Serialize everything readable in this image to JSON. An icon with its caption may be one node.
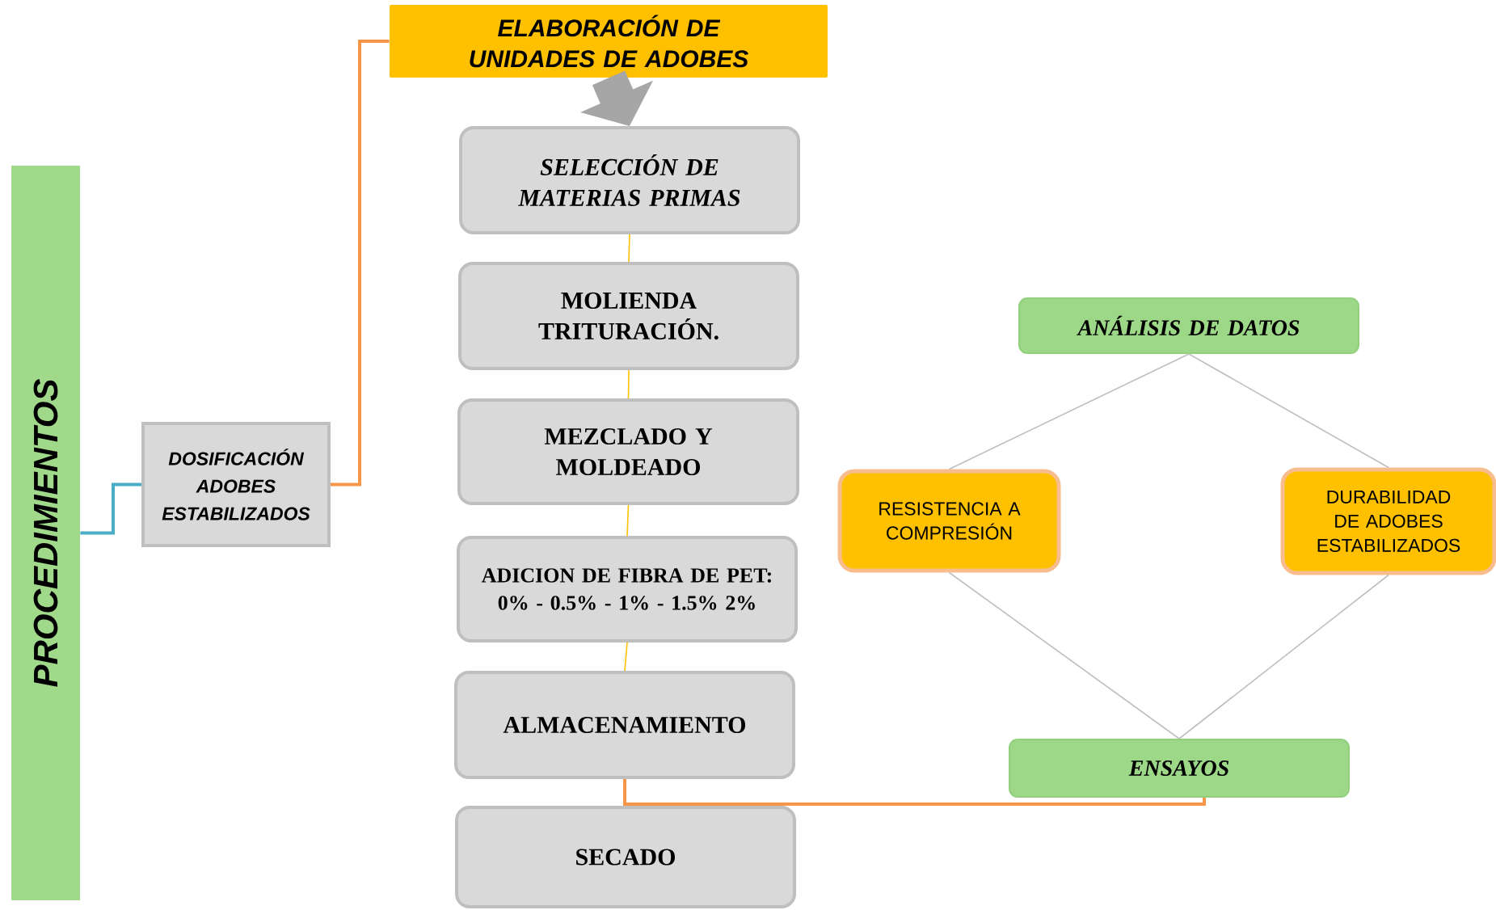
{
  "diagram": {
    "nodes": [
      {
        "text": [
          "PROCEDIMIENTOS"
        ]
      },
      {
        "text": [
          "DOSIFICACIÓN ADOBES ESTABILIZADOS"
        ]
      },
      {
        "text": [
          "ELABORACIÓN DE UNIDADES DE ADOBES"
        ]
      },
      {
        "text": [
          "SELECCIÓN DE MATERIAS PRIMAS"
        ]
      },
      {
        "text": [
          "MOLIENDA TRITURACIÓN."
        ]
      },
      {
        "text": [
          "MEZCLADO Y MOLDEADO"
        ]
      },
      {
        "text": [
          "ADICION DE FIBRA DE PET: 0% - 0.5% - 1% - 1.5% 2%"
        ]
      },
      {
        "text": [
          "ALMACENAMIENTO"
        ]
      },
      {
        "text": [
          "SECADO"
        ]
      },
      {
        "text": [
          "ANÁLISIS DE DATOS"
        ]
      },
      {
        "text": [
          "RESISTENCIA A COMPRESIÓN"
        ]
      },
      {
        "text": [
          "DURABILIDAD DE ADOBES ESTABILIZADOS"
        ]
      },
      {
        "text": [
          "ENSAYOS"
        ]
      }
    ],
    "edges": [
      {
        "from": 0,
        "to": 1,
        "arrow": "none",
        "color": "#4bacc6"
      },
      {
        "from": 1,
        "to": 2,
        "arrow": "none",
        "color": "#f79646"
      },
      {
        "from": 2,
        "to": 3,
        "arrow": "to",
        "style": "thick",
        "color": "#a6a6a6"
      },
      {
        "from": 3,
        "to": 4,
        "arrow": "none",
        "color": "#ffc000"
      },
      {
        "from": 4,
        "to": 5,
        "arrow": "none",
        "color": "#ffc000"
      },
      {
        "from": 5,
        "to": 6,
        "arrow": "none",
        "color": "#ffc000"
      },
      {
        "from": 6,
        "to": 7,
        "arrow": "none",
        "color": "#ffc000"
      },
      {
        "from": 7,
        "to": 12,
        "arrow": "none",
        "color": "#f79646"
      },
      {
        "from": 9,
        "to": 10,
        "arrow": "none",
        "color": "#bfbfbf"
      },
      {
        "from": 9,
        "to": 11,
        "arrow": "none",
        "color": "#bfbfbf"
      },
      {
        "from": 10,
        "to": 12,
        "arrow": "none",
        "color": "#bfbfbf"
      },
      {
        "from": 11,
        "to": 12,
        "arrow": "none",
        "color": "#bfbfbf"
      }
    ]
  }
}
